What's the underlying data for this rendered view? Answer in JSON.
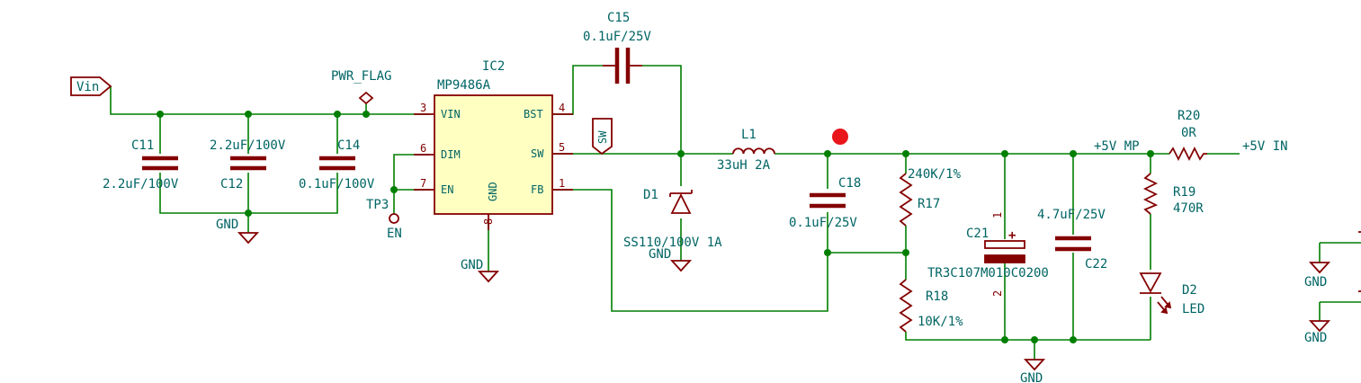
{
  "labels": {
    "vin_port": "Vin",
    "pwr_flag": "PWR_FLAG",
    "sw_port": "SW",
    "plus5v_mp": "+5V MP",
    "plus5v_in": "+5V IN",
    "tp3_ref": "TP3",
    "tp3_net": "EN",
    "gnd": "GND"
  },
  "ic2": {
    "ref": "IC2",
    "value": "MP9486A",
    "pins": {
      "vin": {
        "name": "VIN",
        "num": "3"
      },
      "dim": {
        "name": "DIM",
        "num": "6"
      },
      "en": {
        "name": "EN",
        "num": "7"
      },
      "bst": {
        "name": "BST",
        "num": "4"
      },
      "sw": {
        "name": "SW",
        "num": "5"
      },
      "fb": {
        "name": "FB",
        "num": "1"
      },
      "gnd": {
        "name": "GND",
        "num": "8"
      }
    }
  },
  "components": {
    "c11": {
      "ref": "C11",
      "value": "2.2uF/100V"
    },
    "c12": {
      "ref": "C12",
      "value": "2.2uF/100V"
    },
    "c14": {
      "ref": "C14",
      "value": "0.1uF/100V"
    },
    "c15": {
      "ref": "C15",
      "value": "0.1uF/25V"
    },
    "l1": {
      "ref": "L1",
      "value": "33uH 2A"
    },
    "d1": {
      "ref": "D1",
      "value": "SS110/100V  1A"
    },
    "c18": {
      "ref": "C18",
      "value": "0.1uF/25V"
    },
    "r17": {
      "ref": "R17",
      "value": "240K/1%"
    },
    "r18": {
      "ref": "R18",
      "value": "10K/1%"
    },
    "c21": {
      "ref": "C21",
      "value": "TR3C107M010C0200",
      "pin1": "1",
      "pin2": "2",
      "polarity": "+"
    },
    "c22": {
      "ref": "C22",
      "value": "4.7uF/25V"
    },
    "r19": {
      "ref": "R19",
      "value": "470R"
    },
    "r20": {
      "ref": "R20",
      "value": "0R"
    },
    "d2": {
      "ref": "D2",
      "value": "LED"
    }
  },
  "colors": {
    "wire": "#007f00",
    "symbol": "#840000",
    "text": "#006464",
    "marker": "#e8151b",
    "ic_fill": "#ffffc2"
  }
}
